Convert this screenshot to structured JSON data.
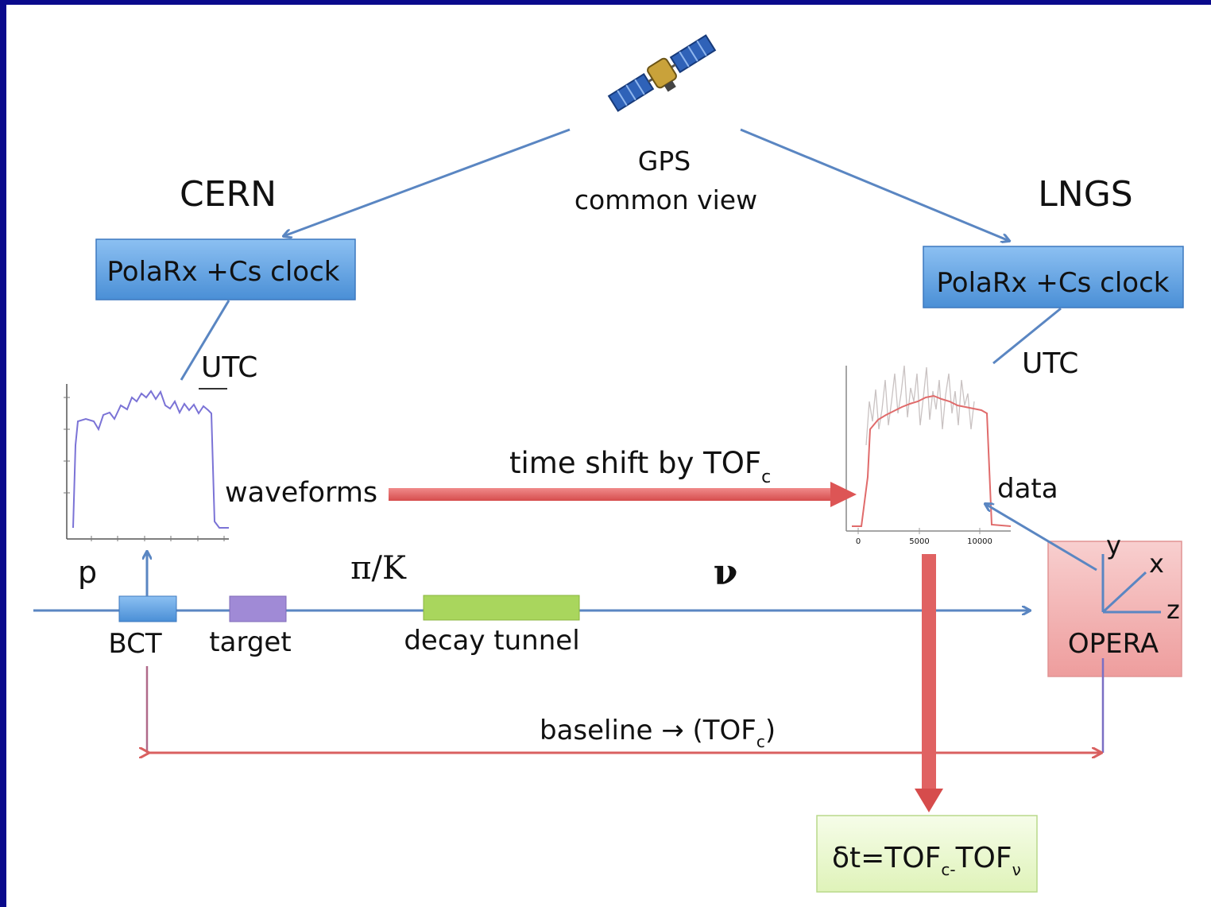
{
  "labels": {
    "gps_line1": "GPS",
    "gps_line2": "common view",
    "cern": "CERN",
    "lngs": "LNGS",
    "polarx_left": "PolaRx +Cs clock",
    "polarx_right": "PolaRx +Cs clock",
    "utc_left": "UTC",
    "utc_right": "UTC",
    "waveforms": "waveforms",
    "time_shift": "time shift by TOF",
    "time_shift_sub": "c",
    "data": "data",
    "p": "p",
    "pi_k": "π/K",
    "nu": "ν",
    "bct": "BCT",
    "target": "target",
    "decay_tunnel": "decay tunnel",
    "opera": "OPERA",
    "axis_x": "x",
    "axis_y": "y",
    "axis_z": "z",
    "baseline": "baseline → (TOF",
    "baseline_sub": "c",
    "baseline_end": ")",
    "delta_t_pre": "δt=TOF",
    "delta_t_sub1": "c-",
    "delta_t_mid": "TOF",
    "delta_t_sub2": "ν",
    "right_plot_tick_0": "0",
    "right_plot_tick_5000": "5000",
    "right_plot_tick_10000": "10000"
  },
  "colors": {
    "box_blue": "#5b9bd5",
    "arrow_blue": "#5a86c2",
    "arrow_red": "#e05a5a",
    "target_purple": "#9b7fd0",
    "tunnel_green": "#a6d35a",
    "opera_pink": "#f2b5b5",
    "result_green": "#eaf8d2",
    "border_navy": "#0a0a8c"
  },
  "icons": {
    "satellite": "satellite-icon"
  }
}
